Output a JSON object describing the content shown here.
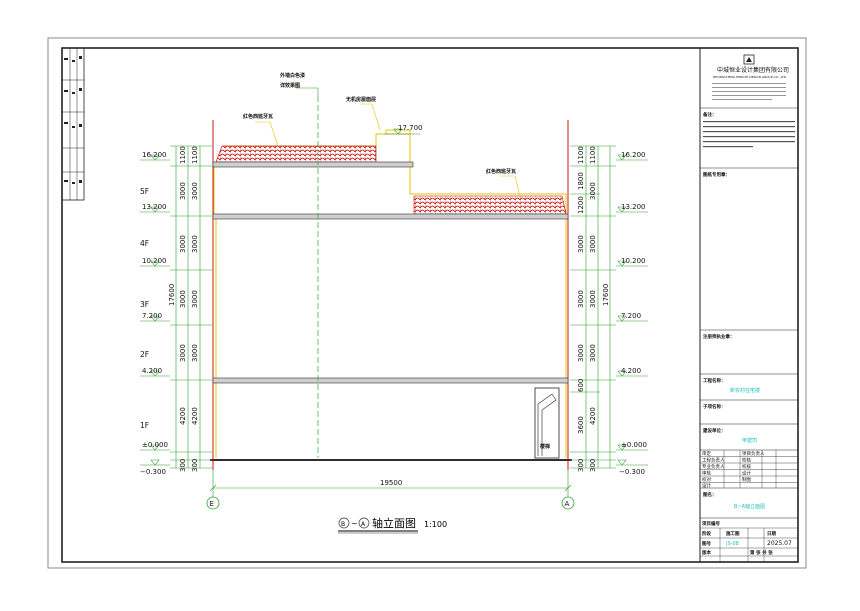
{
  "drawing": {
    "title_axes_left": "B",
    "title_axes_right": "A",
    "title_text": "轴立面图",
    "scale": "1:100",
    "axis_left": "E",
    "axis_right": "A",
    "total_width_dim": "19500"
  },
  "annotations": {
    "exterior_paint_1": "外墙白色漆",
    "exterior_paint_2": "详效果图",
    "red_tile_left": "红色西班牙瓦",
    "red_tile_right": "红色西班牙瓦",
    "roof_plate": "无机房屋面层",
    "stair": "楼梯"
  },
  "left_elevations": [
    "16.200",
    "13.200",
    "10.200",
    "7.200",
    "4.200",
    "±0.000",
    "−0.300"
  ],
  "right_elevations": [
    "17.700",
    "16.200",
    "13.200",
    "10.200",
    "7.200",
    "4.200",
    "±0.000",
    "−0.300"
  ],
  "floors": [
    "5F",
    "4F",
    "3F",
    "2F",
    "1F"
  ],
  "left_dims_col1": [
    "1100",
    "3000",
    "3000",
    "3000",
    "3000",
    "4200",
    "300"
  ],
  "left_dims_col2": [
    "1100",
    "3000",
    "3000",
    "3000",
    "3000",
    "4200",
    "300"
  ],
  "left_total": "17600",
  "right_dims_col1": [
    "1100",
    "1800",
    "1200",
    "3000",
    "3000",
    "3000",
    "600",
    "3600",
    "300"
  ],
  "right_dims_col2": [
    "1100",
    "3000",
    "3000",
    "3000",
    "3000",
    "4200",
    "300"
  ],
  "right_total": "17600",
  "title_block": {
    "company_cn": "中城恒业设计集团有限公司",
    "company_en": "ZHONGCHENG HENGYE DESIGN GROUP CO., LTD.",
    "notes_label": "备注：",
    "design_opinion_label": "图纸专用章：",
    "registered_label": "注册师执业章：",
    "project_label": "工程名称：",
    "project_name": "新农村住宅楼",
    "sub_label": "子项名称：",
    "client_label": "建设单位：",
    "client_name": "甲建司",
    "role_rows": [
      [
        "审定",
        "",
        "项目负责人",
        ""
      ],
      [
        "工程负责人",
        "",
        "校核",
        ""
      ],
      [
        "专业负责人",
        "",
        "校核",
        ""
      ],
      [
        "审核",
        "",
        "设计",
        ""
      ],
      [
        "校对",
        "",
        "制图",
        ""
      ],
      [
        "设计",
        "",
        "",
        ""
      ]
    ],
    "drawing_name_label": "图名：",
    "drawing_name": "B~A轴立面图",
    "project_no_label": "项目编号",
    "stage_label": "阶段",
    "stage_value": "施工图",
    "date_label": "日期",
    "sheet_label": "图号",
    "sheet_value": "JS-08",
    "date_value": "2025.07",
    "version_label": "版本",
    "page_label": "第 张 共 张"
  }
}
